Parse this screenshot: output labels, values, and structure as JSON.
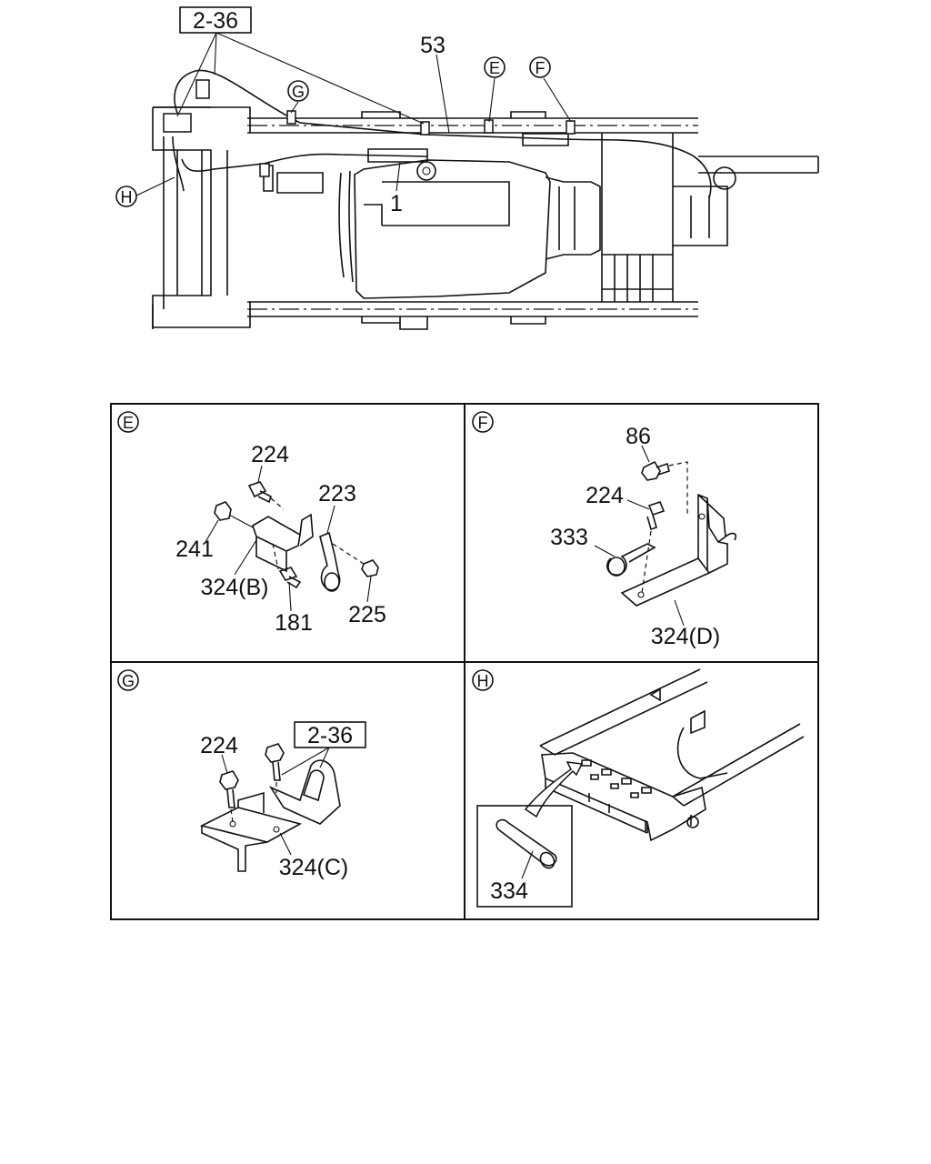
{
  "overview": {
    "ref_box": "2-36",
    "parts": {
      "cable": "53",
      "transmission": "1"
    },
    "views": [
      "E",
      "F",
      "G",
      "H"
    ]
  },
  "panels": {
    "E": {
      "letter": "E",
      "parts": {
        "bolt": "224",
        "clip": "223",
        "nut_left": "241",
        "bracket": "324(B)",
        "bolt_lower": "181",
        "nut_right": "225"
      }
    },
    "F": {
      "letter": "F",
      "parts": {
        "bolt_top": "86",
        "bolt": "224",
        "clip": "333",
        "bracket": "324(D)"
      }
    },
    "G": {
      "letter": "G",
      "parts": {
        "bolt": "224",
        "ref_box": "2-36",
        "bracket": "324(C)"
      }
    },
    "H": {
      "letter": "H",
      "parts": {
        "grommet": "334"
      }
    }
  }
}
